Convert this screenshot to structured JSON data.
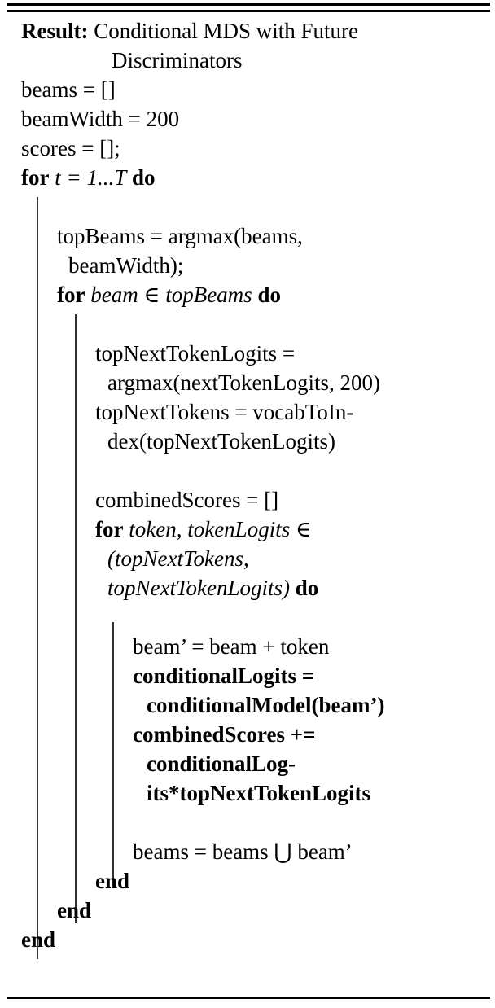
{
  "algorithm": {
    "result_label": "Result:",
    "result_text_line1": "Conditional MDS with Future",
    "result_text_line2": "Discriminators",
    "keywords": {
      "for": "for",
      "do": "do",
      "end": "end"
    },
    "symbols": {
      "member": "∈",
      "union": "⋃"
    },
    "lines": {
      "init_beams": "beams = []",
      "init_beam_width": "beamWidth = 200",
      "init_scores": "scores = [];",
      "loop_t_var": "t = 1...T",
      "top_beams_1": "topBeams = argmax(beams,",
      "top_beams_2": "beamWidth);",
      "loop_beam_var": "beam ∈ topBeams",
      "top_next_token_logits_1": "topNextTokenLogits =",
      "top_next_token_logits_2": "argmax(nextTokenLogits, 200)",
      "top_next_tokens_1": "topNextTokens = vocabToIn-",
      "top_next_tokens_2": "dex(topNextTokenLogits)",
      "combined_scores_init": "combinedScores = []",
      "loop_token_var_1": "token, tokenLogits ∈",
      "loop_token_var_2": "(topNextTokens,",
      "loop_token_var_3": "topNextTokenLogits)",
      "beam_prime": "beam’ = beam + token",
      "conditional_logits_1": "conditionalLogits =",
      "conditional_logits_2": "conditionalModel(beam’)",
      "combined_scores_add_1": "combinedScores +=",
      "combined_scores_add_2": "conditionalLog-",
      "combined_scores_add_3": "its*topNextTokenLogits",
      "beams_union": "beams = beams ⋃ beam’"
    }
  }
}
